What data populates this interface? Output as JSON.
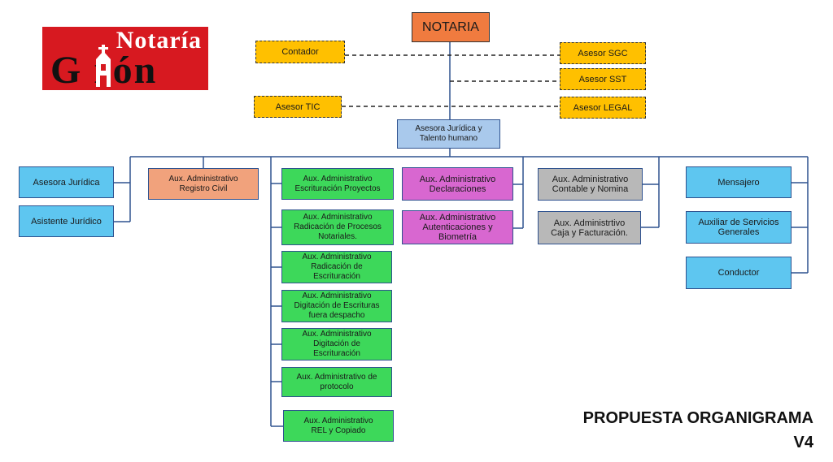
{
  "logo": {
    "line1": "Notaría",
    "line2": "G  rón"
  },
  "title": {
    "line1": "PROPUESTA ORGANIGRAMA",
    "line2": "V4"
  },
  "nodes": {
    "notaria": "NOTARIA",
    "contador": "Contador",
    "asesor_tic": "Asesor TIC",
    "asesor_sgc": "Asesor SGC",
    "asesor_sst": "Asesor SST",
    "asesor_legal": "Asesor LEGAL",
    "asesora_juridica_talento": "Asesora Jurídica y\nTalento humano",
    "asesora_juridica": "Asesora Jurídica",
    "asistente_juridico": "Asistente Jurídico",
    "registro_civil": "Aux. Administrativo\nRegistro Civil",
    "escrituracion_proyectos": "Aux. Administrativo\nEscrituración Proyectos",
    "radicacion_procesos": "Aux. Administrativo\nRadicación de Procesos\nNotariales.",
    "radicacion_escrituracion": "Aux. Administrativo\nRadicación de\nEscrituración",
    "digitacion_fuera": "Aux. Administrativo\nDigitación de Escrituras\nfuera despacho",
    "digitacion_escrituracion": "Aux. Administrativo\nDigitación de\nEscrituración",
    "protocolo": "Aux. Administrativo de\nprotocolo",
    "rel_copiado": "Aux. Administrativo\nREL y Copiado",
    "declaraciones": "Aux. Administrativo\nDeclaraciones",
    "autenticaciones": "Aux. Administrativo\nAutenticaciones y\nBiometría",
    "contable_nomina": "Aux. Administrativo\nContable y Nomina",
    "caja_facturacion": "Aux. Administrtivo\nCaja y Facturación.",
    "mensajero": "Mensajero",
    "servicios_generales": "Auxiliar de Servicios\nGenerales",
    "conductor": "Conductor"
  }
}
